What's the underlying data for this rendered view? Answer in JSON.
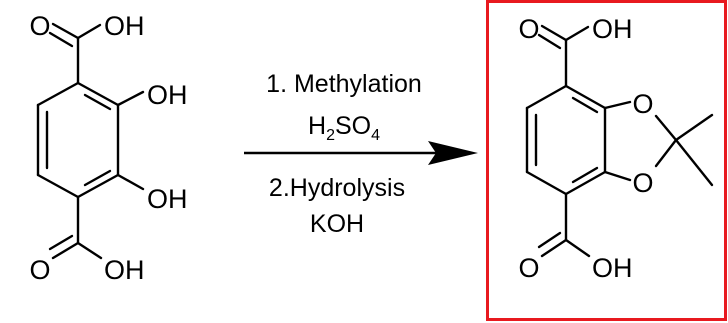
{
  "reactant": {
    "atoms": {
      "o_top_carbonyl": "O",
      "oh_top_acid": "OH",
      "oh_phenol_upper": "OH",
      "oh_phenol_lower": "OH",
      "o_bottom_carbonyl": "O",
      "oh_bottom_acid": "OH"
    }
  },
  "reaction": {
    "step1": "1. Methylation",
    "reagent1_h": "H",
    "reagent1_sub2": "2",
    "reagent1_so": "SO",
    "reagent1_sub4": "4",
    "step2": "2.Hydrolysis",
    "reagent2": "KOH"
  },
  "product": {
    "highlight_color": "#e8191f",
    "atoms": {
      "o_top_carbonyl": "O",
      "oh_top_acid": "OH",
      "o_ring_upper": "O",
      "o_ring_lower": "O",
      "o_bottom_carbonyl": "O",
      "oh_bottom_acid": "OH"
    }
  }
}
